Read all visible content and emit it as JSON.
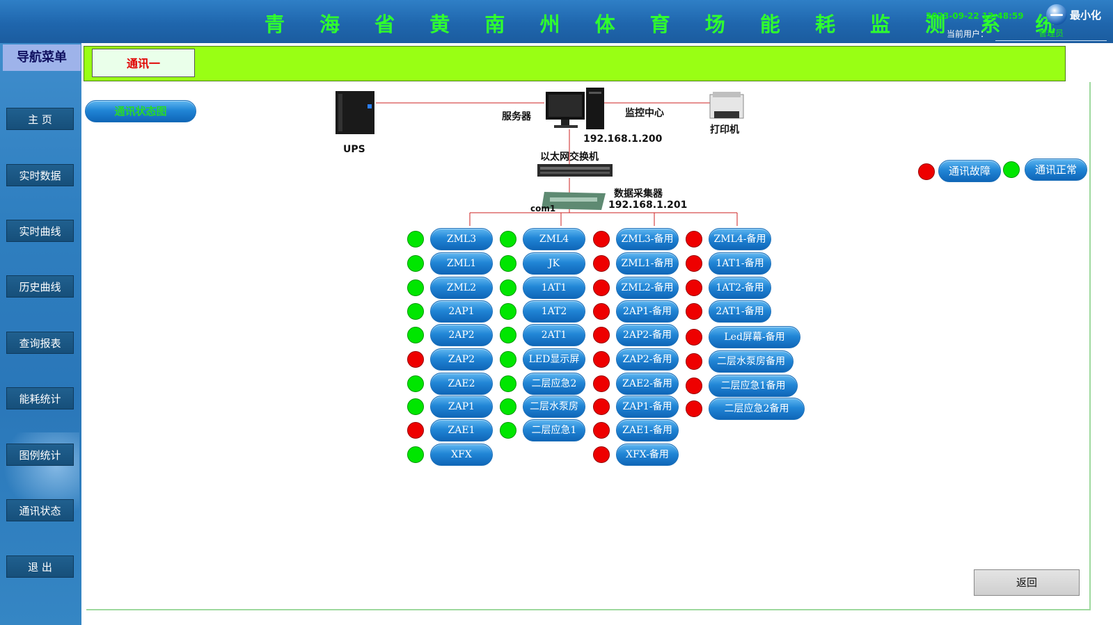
{
  "header": {
    "title": "青 海 省 黄 南 州 体 育 场 能 耗 监 测 系 统",
    "datetime": "2023-09-22 12:48:59",
    "current_user_label": "当前用户：",
    "current_user": "管理员",
    "minimize_label": "最小化"
  },
  "sidebar": {
    "title": "导航菜单",
    "items": [
      {
        "label": "主 页"
      },
      {
        "label": "实时数据"
      },
      {
        "label": "实时曲线"
      },
      {
        "label": "历史曲线"
      },
      {
        "label": "查询报表"
      },
      {
        "label": "能耗统计"
      },
      {
        "label": "图例统计"
      },
      {
        "label": "通讯状态"
      },
      {
        "label": "退 出"
      }
    ]
  },
  "topbar": {
    "tab_label": "通讯一"
  },
  "status_map_button": "通讯状态图",
  "legend": {
    "fault": "通讯故障",
    "normal": "通讯正常"
  },
  "topology": {
    "ups": "UPS",
    "server": "服务器",
    "monitor_center": "监控中心",
    "printer": "打印机",
    "server_ip": "192.168.1.200",
    "switch": "以太网交换机",
    "collector": "数据采集器",
    "collector_ip": "192.168.1.201",
    "port": "com1"
  },
  "columns": [
    {
      "devices": [
        {
          "name": "ZML3",
          "status": "normal"
        },
        {
          "name": "ZML1",
          "status": "normal"
        },
        {
          "name": "ZML2",
          "status": "normal"
        },
        {
          "name": "2AP1",
          "status": "normal"
        },
        {
          "name": "2AP2",
          "status": "normal"
        },
        {
          "name": "ZAP2",
          "status": "fault"
        },
        {
          "name": "ZAE2",
          "status": "normal"
        },
        {
          "name": "ZAP1",
          "status": "normal"
        },
        {
          "name": "ZAE1",
          "status": "fault"
        },
        {
          "name": "XFX",
          "status": "normal"
        }
      ]
    },
    {
      "devices": [
        {
          "name": "ZML4",
          "status": "normal"
        },
        {
          "name": "JK",
          "status": "normal"
        },
        {
          "name": "1AT1",
          "status": "normal"
        },
        {
          "name": "1AT2",
          "status": "normal"
        },
        {
          "name": "2AT1",
          "status": "normal"
        },
        {
          "name": "LED显示屏",
          "status": "normal"
        },
        {
          "name": "二层应急2",
          "status": "normal"
        },
        {
          "name": "二层水泵房",
          "status": "normal"
        },
        {
          "name": "二层应急1",
          "status": "normal"
        }
      ]
    },
    {
      "devices": [
        {
          "name": "ZML3-备用",
          "status": "fault"
        },
        {
          "name": "ZML1-备用",
          "status": "fault"
        },
        {
          "name": "ZML2-备用",
          "status": "fault"
        },
        {
          "name": "2AP1-备用",
          "status": "fault"
        },
        {
          "name": "2AP2-备用",
          "status": "fault"
        },
        {
          "name": "ZAP2-备用",
          "status": "fault"
        },
        {
          "name": "ZAE2-备用",
          "status": "fault"
        },
        {
          "name": "ZAP1-备用",
          "status": "fault"
        },
        {
          "name": "ZAE1-备用",
          "status": "fault"
        },
        {
          "name": "XFX-备用",
          "status": "fault"
        }
      ]
    },
    {
      "devices": [
        {
          "name": "ZML4-备用",
          "status": "fault"
        },
        {
          "name": "1AT1-备用",
          "status": "fault"
        },
        {
          "name": "1AT2-备用",
          "status": "fault"
        },
        {
          "name": "2AT1-备用",
          "status": "fault"
        },
        {
          "name": "Led屏幕-备用",
          "status": "fault"
        },
        {
          "name": "二层水泵房备用",
          "status": "fault"
        },
        {
          "name": "二层应急1备用",
          "status": "fault"
        },
        {
          "name": "二层应急2备用",
          "status": "fault"
        }
      ]
    }
  ],
  "return_button": "返回",
  "colors": {
    "normal": "#00e600",
    "fault": "#ee0000",
    "title": "#2fff2f",
    "topbar": "#99ff14"
  }
}
